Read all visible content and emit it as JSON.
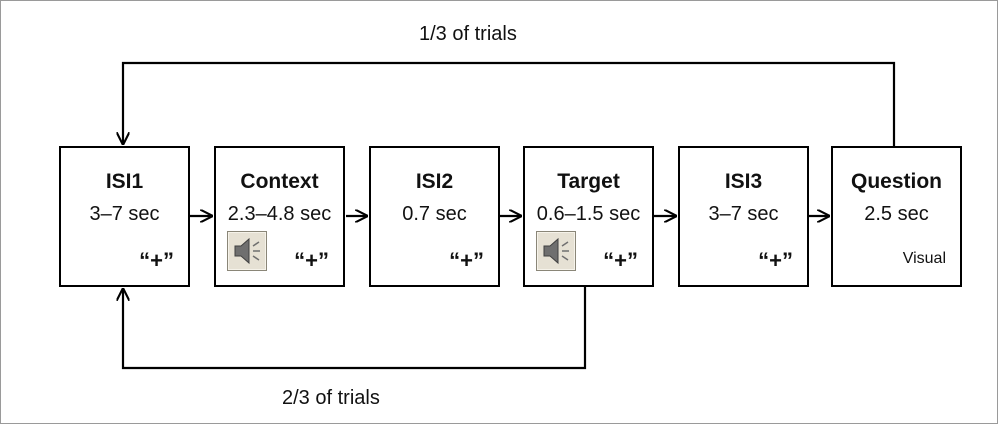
{
  "diagram": {
    "top_loop_label": "1/3 of trials",
    "bottom_loop_label": "2/3 of trials",
    "boxes": [
      {
        "title": "ISI1",
        "duration": "3–7 sec",
        "fixation": "“+”"
      },
      {
        "title": "Context",
        "duration": "2.3–4.8 sec",
        "fixation": "“+”",
        "icon": "speaker-icon"
      },
      {
        "title": "ISI2",
        "duration": "0.7 sec",
        "fixation": "“+”"
      },
      {
        "title": "Target",
        "duration": "0.6–1.5 sec",
        "fixation": "“+”",
        "icon": "speaker-icon"
      },
      {
        "title": "ISI3",
        "duration": "3–7 sec",
        "fixation": "“+”"
      },
      {
        "title": "Question",
        "duration": "2.5 sec",
        "modality": "Visual"
      }
    ]
  }
}
